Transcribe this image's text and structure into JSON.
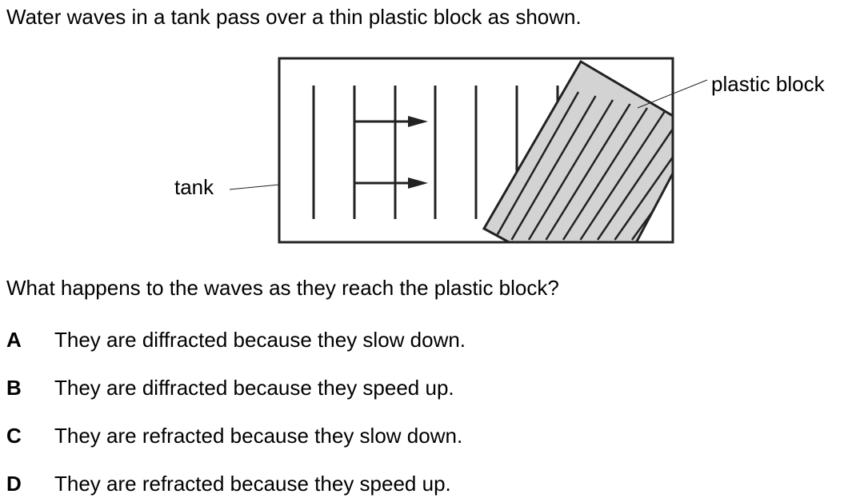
{
  "intro": "Water waves in a tank pass over a thin plastic block as shown.",
  "diagram": {
    "label_tank": "tank",
    "label_block": "plastic block"
  },
  "question": "What happens to the waves as they reach the plastic block?",
  "options": [
    {
      "letter": "A",
      "text": "They are diffracted because they slow down."
    },
    {
      "letter": "B",
      "text": "They are diffracted because they speed up."
    },
    {
      "letter": "C",
      "text": "They are refracted because they slow down."
    },
    {
      "letter": "D",
      "text": "They are refracted because they speed up."
    }
  ]
}
